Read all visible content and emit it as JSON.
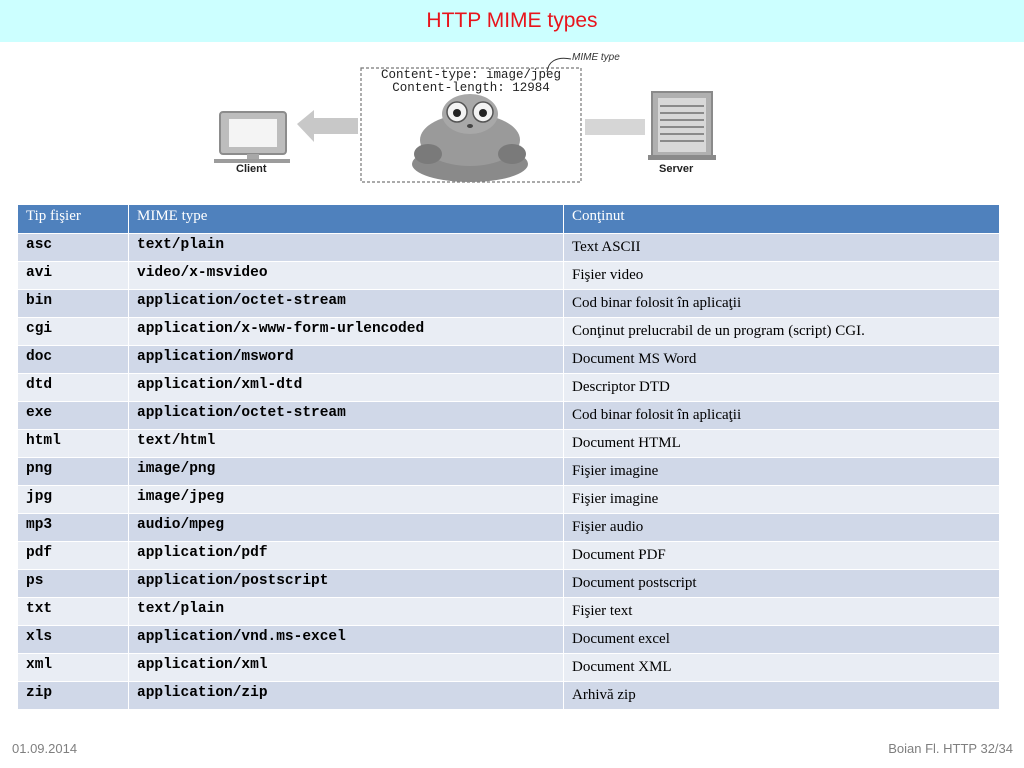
{
  "slide": {
    "title": "HTTP MIME types",
    "date": "01.09.2014",
    "footer_right": "Boian Fl. HTTP 32/34"
  },
  "diagram": {
    "mime_label": "MIME type",
    "header_line1": "Content-type: image/jpeg",
    "header_line2": "Content-length: 12984",
    "client_label": "Client",
    "server_label": "Server",
    "client_icon": "computer-monitor-icon",
    "server_icon": "server-icon",
    "image_subject": "tarsier-photo"
  },
  "table": {
    "headers": [
      "Tip fişier",
      "MIME type",
      "Conţinut"
    ],
    "rows": [
      [
        "asc",
        "text/plain",
        "Text ASCII"
      ],
      [
        "avi",
        "video/x-msvideo",
        "Fişier video"
      ],
      [
        "bin",
        "application/octet-stream",
        "Cod binar folosit în aplicaţii"
      ],
      [
        "cgi",
        "application/x-www-form-urlencoded",
        "Conţinut prelucrabil de un program (script) CGI."
      ],
      [
        "doc",
        "application/msword",
        "Document MS Word"
      ],
      [
        "dtd",
        "application/xml-dtd",
        "Descriptor DTD"
      ],
      [
        "exe",
        "application/octet-stream",
        "Cod binar folosit în aplicaţii"
      ],
      [
        "html",
        "text/html",
        "Document HTML"
      ],
      [
        "png",
        "image/png",
        "Fişier imagine"
      ],
      [
        "jpg",
        "image/jpeg",
        "Fişier imagine"
      ],
      [
        "mp3",
        "audio/mpeg",
        "Fişier audio"
      ],
      [
        "pdf",
        "application/pdf",
        "Document PDF"
      ],
      [
        "ps",
        "application/postscript",
        "Document postscript"
      ],
      [
        "txt",
        "text/plain",
        "Fişier text"
      ],
      [
        "xls",
        "application/vnd.ms-excel",
        "Document excel"
      ],
      [
        "xml",
        "application/xml",
        "Document XML"
      ],
      [
        "zip",
        "application/zip",
        "Arhivă zip"
      ]
    ]
  },
  "colors": {
    "title": "#e8141c",
    "title_bar": "#ccffff",
    "header_bg": "#4f81bd",
    "row_odd": "#d0d8e8",
    "row_even": "#e9edf4",
    "footer": "#7f7f7f"
  }
}
